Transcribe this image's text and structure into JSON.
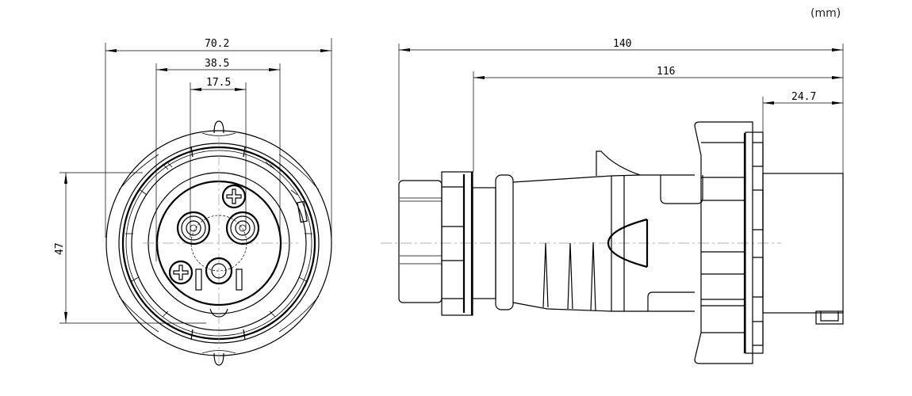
{
  "units": "(mm)",
  "front_view": {
    "dimensions": {
      "overall_diameter": "70.2",
      "inner_width": "38.5",
      "pin_spacing": "17.5",
      "height": "47"
    }
  },
  "side_view": {
    "dimensions": {
      "overall_length": "140",
      "body_length": "116",
      "sleeve_length": "24.7"
    }
  }
}
